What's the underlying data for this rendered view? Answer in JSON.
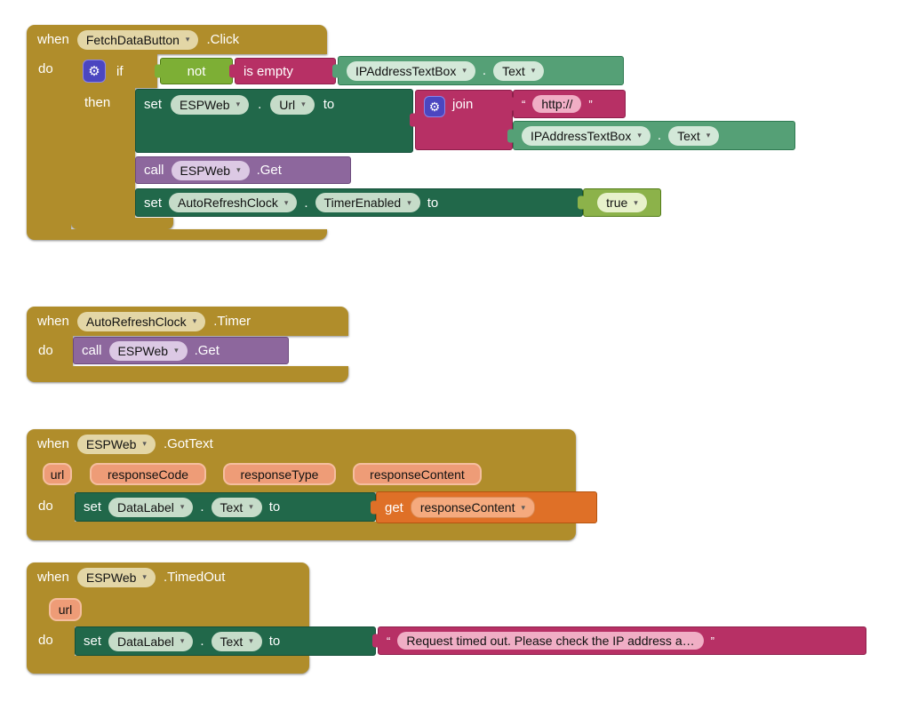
{
  "palette": {
    "event_gold": "#B08D2B",
    "setter_green": "#21684A",
    "getter_green": "#55A076",
    "logic_green": "#7DAF35",
    "logic_true_green": "#8CB24A",
    "text_magenta": "#B73065",
    "procedure_purple": "#8D679D",
    "variable_orange": "#DF7027",
    "parameter_salmon": "#EE9C77",
    "mutator_indigo": "#4B46C0",
    "canvas_white": "#FFFFFF"
  },
  "icons": {
    "gear": "⚙",
    "dropdown": "▾",
    "quote_open": "“",
    "quote_close": "”"
  },
  "keywords": {
    "when": "when",
    "do": "do",
    "if": "if",
    "then": "then",
    "set": "set",
    "call": "call",
    "to": "to",
    "get": "get",
    "not": "not",
    "is_empty": "is empty",
    "join": "join",
    "dot": "."
  },
  "stack_fetch_click": {
    "component": "FetchDataButton",
    "event": ".Click",
    "condition_getter": {
      "component": "IPAddressTextBox",
      "property": "Text"
    },
    "set_url": {
      "component": "ESPWeb",
      "property": "Url"
    },
    "url_prefix": "http://",
    "join_getter": {
      "component": "IPAddressTextBox",
      "property": "Text"
    },
    "call_get": {
      "component": "ESPWeb",
      "method": ".Get"
    },
    "set_timer": {
      "component": "AutoRefreshClock",
      "property": "TimerEnabled",
      "value": "true"
    }
  },
  "stack_timer": {
    "component": "AutoRefreshClock",
    "event": ".Timer",
    "call_get": {
      "component": "ESPWeb",
      "method": ".Get"
    }
  },
  "stack_gottext": {
    "component": "ESPWeb",
    "event": ".GotText",
    "params": [
      "url",
      "responseCode",
      "responseType",
      "responseContent"
    ],
    "set_text": {
      "component": "DataLabel",
      "property": "Text"
    },
    "get_variable": "responseContent"
  },
  "stack_timedout": {
    "component": "ESPWeb",
    "event": ".TimedOut",
    "params": [
      "url"
    ],
    "set_text": {
      "component": "DataLabel",
      "property": "Text"
    },
    "message": "Request timed out. Please check the IP address a…"
  }
}
